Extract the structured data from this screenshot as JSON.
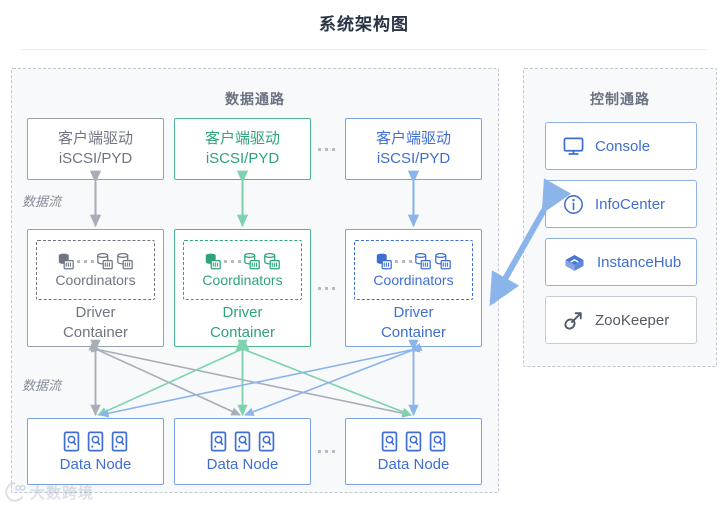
{
  "header": {
    "title": "系统架构图"
  },
  "data_panel": {
    "title": "数据通路",
    "flow_label_top": "数据流",
    "flow_label_bottom": "数据流",
    "ellipsis": "...",
    "clients": [
      {
        "line1": "客户端驱动",
        "line2": "iSCSI/PYD",
        "color": "#6f7681",
        "accent": "gray"
      },
      {
        "line1": "客户端驱动",
        "line2": "iSCSI/PYD",
        "color": "#2fa37a",
        "accent": "green"
      },
      {
        "line1": "客户端驱动",
        "line2": "iSCSI/PYD",
        "color": "#3f6ed1",
        "accent": "blue"
      }
    ],
    "containers": [
      {
        "coordinators": "Coordinators",
        "line1": "Driver",
        "line2": "Container",
        "color": "#6f7681",
        "accent": "gray",
        "icon": "database-icon",
        "icon_count": 3,
        "inner_ellipsis": "..."
      },
      {
        "coordinators": "Coordinators",
        "line1": "Driver",
        "line2": "Container",
        "color": "#2fa37a",
        "accent": "green",
        "icon": "database-icon",
        "icon_count": 3,
        "inner_ellipsis": "..."
      },
      {
        "coordinators": "Coordinators",
        "line1": "Driver",
        "line2": "Container",
        "color": "#3f6ed1",
        "accent": "blue",
        "icon": "database-icon",
        "icon_count": 3,
        "inner_ellipsis": "..."
      }
    ],
    "data_nodes": [
      {
        "label": "Data Node",
        "color": "#3f6ed1",
        "icon": "harddisk-icon",
        "icon_count": 3
      },
      {
        "label": "Data Node",
        "color": "#3f6ed1",
        "icon": "harddisk-icon",
        "icon_count": 3
      },
      {
        "label": "Data Node",
        "color": "#3f6ed1",
        "icon": "harddisk-icon",
        "icon_count": 3
      }
    ]
  },
  "control_panel": {
    "title": "控制通路",
    "items": [
      {
        "label": "Console",
        "icon": "monitor-icon",
        "color": "#3f6ed1"
      },
      {
        "label": "InfoCenter",
        "icon": "info-icon",
        "color": "#3f6ed1"
      },
      {
        "label": "InstanceHub",
        "icon": "cube-icon",
        "color": "#3f6ed1"
      },
      {
        "label": "ZooKeeper",
        "icon": "shovel-icon",
        "color": "#525a66"
      }
    ]
  },
  "watermark": {
    "text": "大数跨境",
    "icon": "logo-icon"
  },
  "colors": {
    "gray": "#9aa1ac",
    "green": "#4cb68c",
    "blue": "#7aa2e3",
    "panel_bg": "#f7f9fb",
    "panel_border": "#c3c7cf",
    "title": "#2b3445",
    "link_blue": "#8ab4ea"
  }
}
